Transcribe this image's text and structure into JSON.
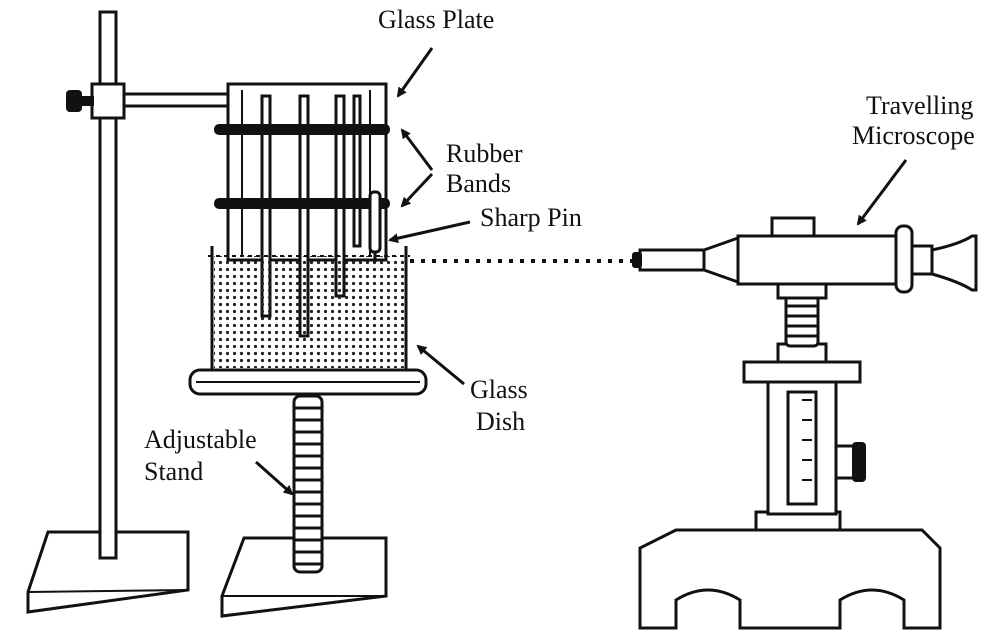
{
  "labels": {
    "glass_plate": "Glass Plate",
    "rubber_bands_line1": "Rubber",
    "rubber_bands_line2": "Bands",
    "sharp_pin": "Sharp Pin",
    "travelling_microscope_line1": "Travelling",
    "travelling_microscope_line2": "Microscope",
    "glass_dish_line1": "Glass",
    "glass_dish_line2": "Dish",
    "adjustable_stand_line1": "Adjustable",
    "adjustable_stand_line2": "Stand"
  }
}
